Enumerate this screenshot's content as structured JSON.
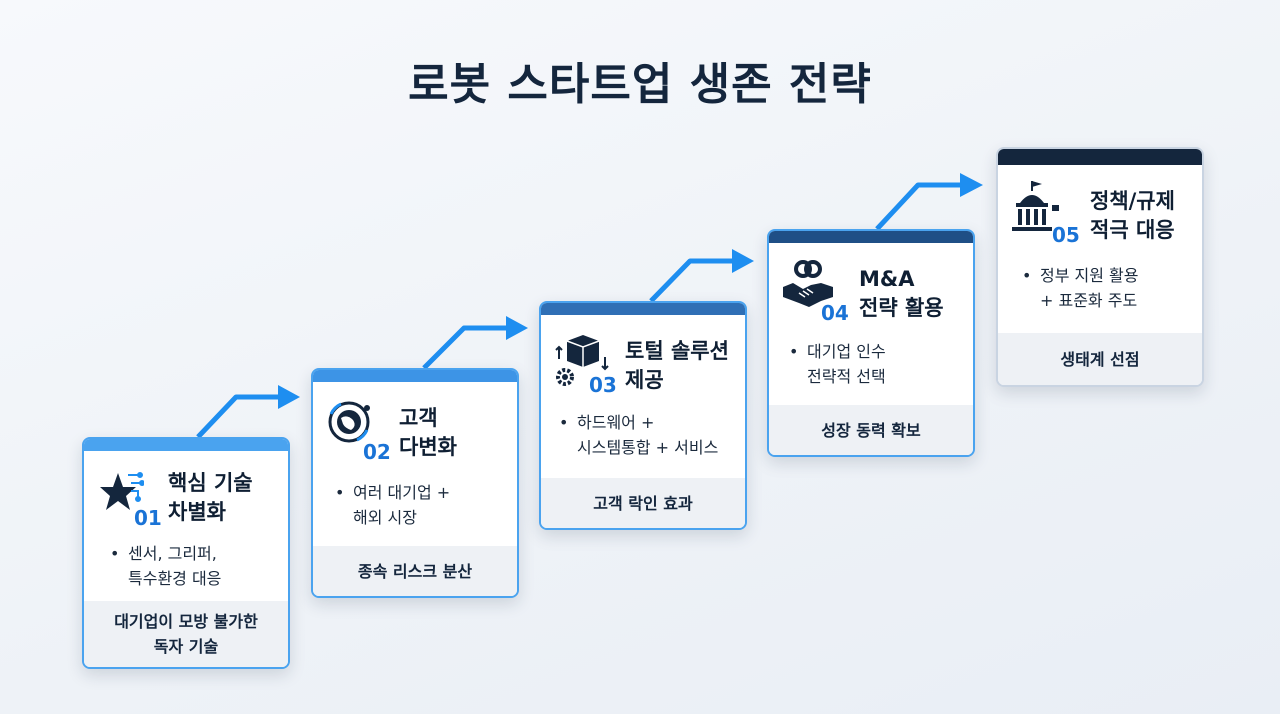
{
  "title": "로봇 스타트업 생존 전략",
  "colors": {
    "arrow": "#1e8ef0",
    "border": "#4aa3ef",
    "accent": "#1a73d6",
    "navy": "#14263d"
  },
  "cards": [
    {
      "number": "01",
      "heading": [
        "핵심 기술",
        "차별화"
      ],
      "bullets": [
        "센서, 그리퍼,",
        "특수환경 대응"
      ],
      "footer": [
        "대기업이 모방 불가한",
        "독자 기술"
      ],
      "icon": "star-circuit-icon"
    },
    {
      "number": "02",
      "heading": [
        "고객",
        "다변화"
      ],
      "bullets": [
        "여러 대기업 +",
        "해외 시장"
      ],
      "footer": [
        "종속 리스크 분산"
      ],
      "icon": "globe-icon"
    },
    {
      "number": "03",
      "heading": [
        "토털 솔루션",
        "제공"
      ],
      "bullets": [
        "하드웨어 +",
        "시스템통합 + 서비스"
      ],
      "footer": [
        "고객 락인 효과"
      ],
      "icon": "box-gear-icon"
    },
    {
      "number": "04",
      "heading": [
        "M&A",
        "전략 활용"
      ],
      "bullets": [
        "대기업 인수",
        "전략적 선택"
      ],
      "footer": [
        "성장 동력 확보"
      ],
      "icon": "handshake-icon"
    },
    {
      "number": "05",
      "heading": [
        "정책/규제",
        "적극 대응"
      ],
      "bullets": [
        "정부 지원 활용",
        "+ 표준화 주도"
      ],
      "footer": [
        "생태계 선점"
      ],
      "icon": "government-building-icon"
    }
  ]
}
